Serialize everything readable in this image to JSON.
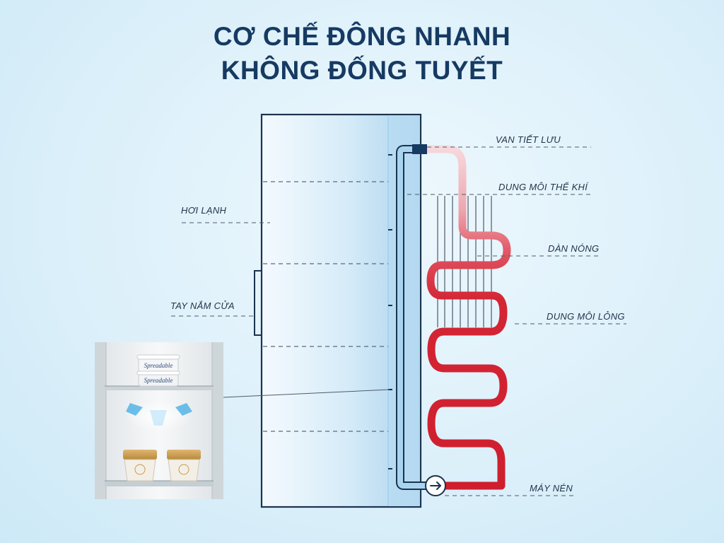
{
  "title": {
    "line1": "CƠ CHẾ ĐÔNG NHANH",
    "line2": "KHÔNG ĐỐNG TUYẾT"
  },
  "labels": {
    "van_tiet_luu": "VAN TIẾT LƯU",
    "dung_moi_the_khi": "DUNG MÔI THỂ KHÍ",
    "hoi_lanh": "HƠI LẠNH",
    "dan_nong": "DÀN NÓNG",
    "tay_nam_cua": "TAY NẮM CỬA",
    "dung_moi_long": "DUNG MÔI LỎNG",
    "may_nen": "MÁY NÉN"
  },
  "photo": {
    "tub_brand": "Spreadable"
  },
  "colors": {
    "title": "#163a62",
    "hot_pipe": "#d42534",
    "cold_pipe": "#a9d4ee",
    "outline": "#1b3350"
  },
  "icons": {
    "compressor": "arrow-right-icon"
  }
}
